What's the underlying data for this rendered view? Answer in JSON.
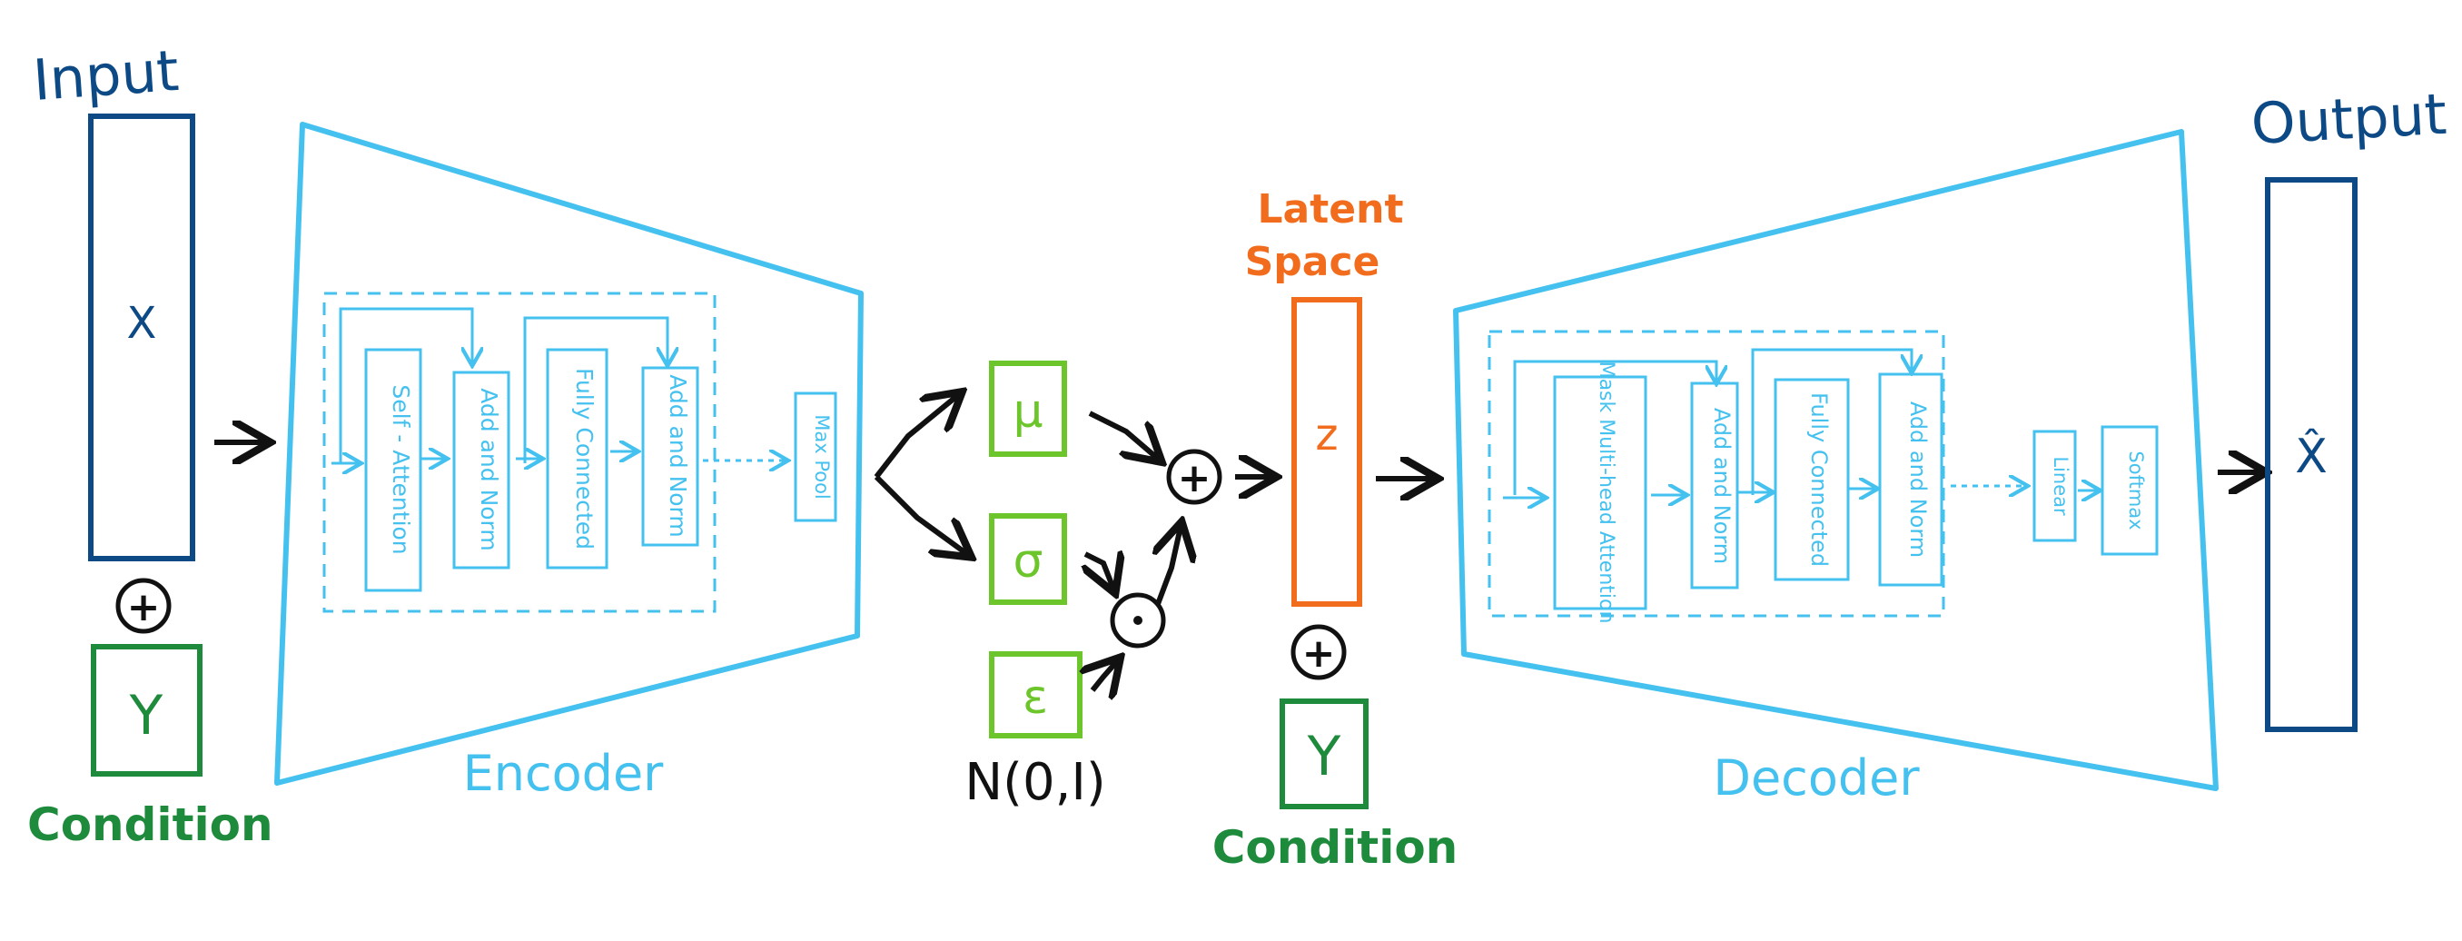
{
  "colors": {
    "input_blue": "#0d4a85",
    "module_cyan": "#45c1ef",
    "condition_green": "#1e8a3c",
    "param_green": "#6cc52a",
    "latent_orange": "#f26c1d",
    "ink_black": "#111111"
  },
  "input": {
    "title": "Input",
    "symbol": "X"
  },
  "input_condition": {
    "symbol": "Y",
    "label": "Condition"
  },
  "encoder": {
    "label": "Encoder",
    "blocks": [
      "Self - Attention",
      "Add and Norm",
      "Fully Connected",
      "Add and Norm",
      "Max Pool"
    ]
  },
  "params": {
    "mu": "μ",
    "sigma": "σ",
    "epsilon": "ε",
    "noise_dist": "N(0,I)"
  },
  "operators": {
    "plus": "+",
    "hadamard": "⊙"
  },
  "latent": {
    "title_line1": "Latent",
    "title_line2": "Space",
    "symbol": "z"
  },
  "latent_condition": {
    "symbol": "Y",
    "label": "Condition"
  },
  "decoder": {
    "label": "Decoder",
    "blocks": [
      "Mask Multi-head Attention",
      "Add and Norm",
      "Fully Connected",
      "Add and Norm",
      "Linear",
      "Softmax"
    ]
  },
  "output": {
    "title": "Output",
    "symbol": "X̂"
  }
}
